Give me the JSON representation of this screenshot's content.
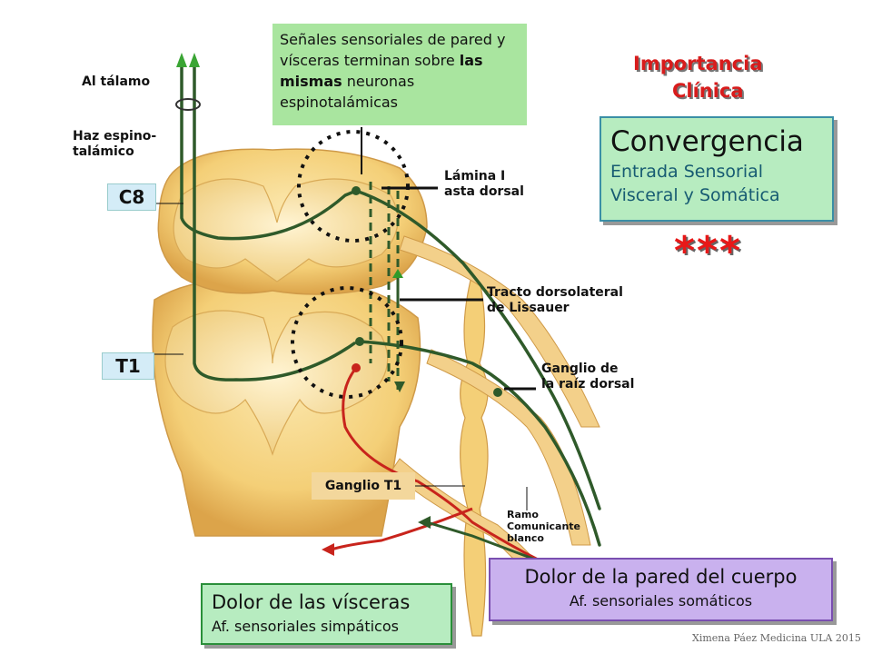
{
  "labels": {
    "al_talamo": "Al tálamo",
    "haz_line1": "Haz espino-",
    "haz_line2": "talámico",
    "c8": "C8",
    "t1": "T1",
    "lamina_line1": "Lámina I",
    "lamina_line2": "asta dorsal",
    "tracto_line1": "Tracto dorsolateral",
    "tracto_line2": "de Lissauer",
    "ganglio_raiz_line1": "Ganglio de",
    "ganglio_raiz_line2": "la raíz dorsal",
    "ganglio_t1": "Ganglio T1",
    "ramo_line1": "Ramo",
    "ramo_line2": "Comunicante",
    "ramo_line3": "blanco"
  },
  "note": {
    "text_1": "Señales sensoriales de pared y vísceras terminan sobre ",
    "bold": "las mismas",
    "text_2": " neuronas espinotalámicas"
  },
  "heading": {
    "line1": "Importancia",
    "line2": "Clínica"
  },
  "convergencia": {
    "title": "Convergencia",
    "line1": "Entrada Sensorial",
    "line2": "Visceral y Somática"
  },
  "stars": "***",
  "visceras_box": {
    "title": "Dolor de las vísceras",
    "subtitle": "Af. sensoriales simpáticos"
  },
  "pared_box": {
    "title": "Dolor de la pared del cuerpo",
    "subtitle": "Af. sensoriales somáticos"
  },
  "credit": "Ximena Páez Medicina ULA 2015",
  "colors": {
    "cord": "#f7d98b",
    "cord_shadow": "#e2b25a",
    "nerve": "#2f5a2a",
    "red_fiber": "#c8241c",
    "note_bg": "#a9e59f",
    "convergence_bg": "#b7ecc0",
    "pared_bg": "#c9b1ee",
    "accent_red": "#d81c1c"
  }
}
